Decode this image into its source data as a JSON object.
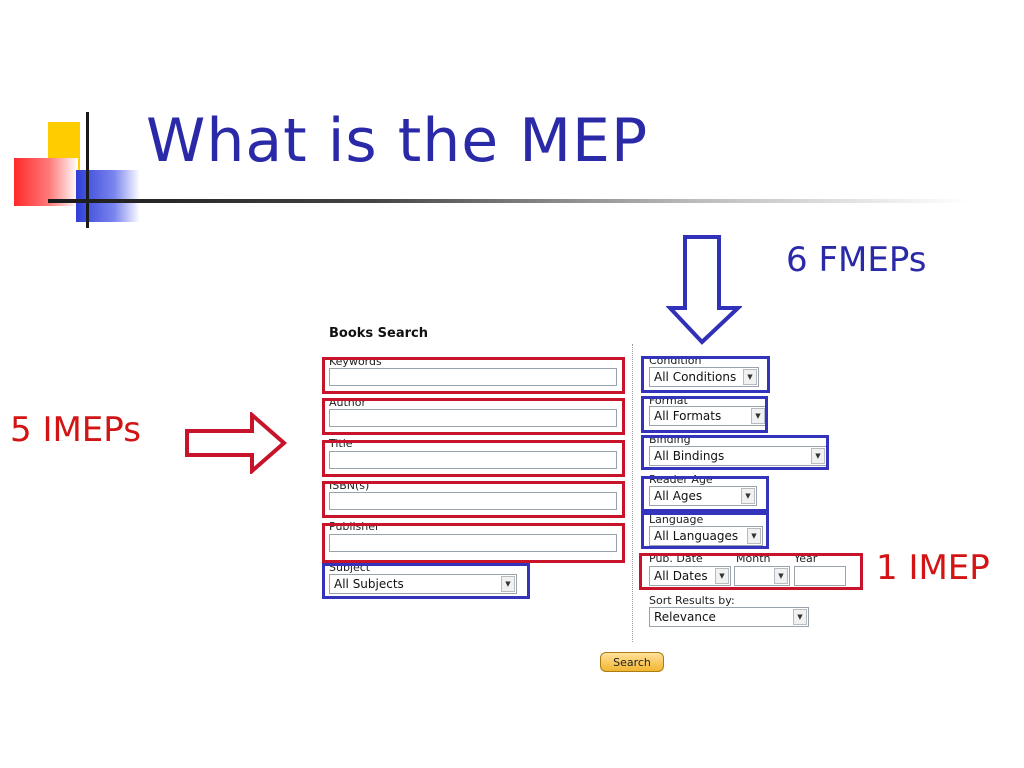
{
  "slide": {
    "title": "What is the MEP"
  },
  "annotations": {
    "fmeps": "6 FMEPs",
    "imeps": "5 IMEPs",
    "imep": "1 IMEP"
  },
  "form": {
    "title": "Books Search",
    "left_fields": [
      {
        "label": "Keywords",
        "value": ""
      },
      {
        "label": "Author",
        "value": ""
      },
      {
        "label": "Title",
        "value": ""
      },
      {
        "label": "ISBN(s)",
        "value": ""
      },
      {
        "label": "Publisher",
        "value": ""
      }
    ],
    "subject": {
      "label": "Subject",
      "selected": "All Subjects"
    },
    "condition": {
      "label": "Condition",
      "selected": "All Conditions"
    },
    "format": {
      "label": "Format",
      "selected": "All Formats"
    },
    "binding": {
      "label": "Binding",
      "selected": "All Bindings"
    },
    "reader_age": {
      "label": "Reader Age",
      "selected": "All Ages"
    },
    "language": {
      "label": "Language",
      "selected": "All Languages"
    },
    "pub_date": {
      "label": "Pub. Date",
      "selected": "All Dates",
      "month_label": "Month",
      "month_selected": "",
      "year_label": "Year",
      "year_value": ""
    },
    "sort": {
      "label": "Sort Results by:",
      "selected": "Relevance"
    },
    "search_button": "Search"
  },
  "colors": {
    "title": "#2a2aa8",
    "annotation_blue": "#2a2aa8",
    "annotation_red": "#d21414",
    "highlight_red": "#c8142a",
    "highlight_blue": "#3333bb"
  }
}
